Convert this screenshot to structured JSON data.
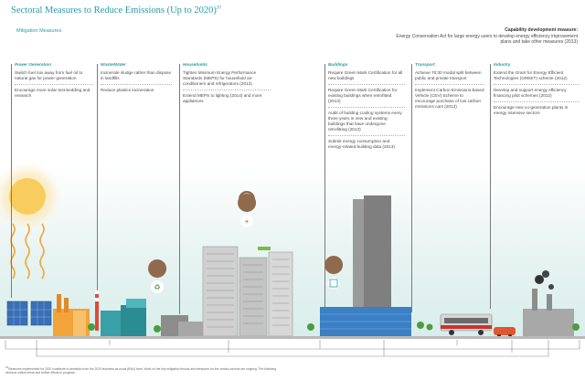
{
  "header": {
    "title": "Sectoral Measures to Reduce Emissions (Up to 2020)",
    "title_sup": "20",
    "subtitle": "Mitigation Measures"
  },
  "capability": {
    "heading": "Capability development measure:",
    "text": "Energy Conservation Act for large energy users to develop energy efficiency improvement plans and take other measures (2013)"
  },
  "sectors": [
    {
      "name": "Power Generation",
      "items": [
        "Switch fuel mix away from fuel oil to natural gas for power generation",
        "Encourage more solar test-bedding and research"
      ]
    },
    {
      "name": "Waste/Water",
      "items": [
        "Incinerate sludge rather than dispose in landfills",
        "Reduce plastics incineration"
      ]
    },
    {
      "name": "Households",
      "items": [
        "Tighten Minimum Energy Performance Standards (MEPS) for household air-conditioners and refrigerators (2013)",
        "Extend MEPS to lighting (2014) and more appliances"
      ]
    },
    {
      "name": "Buildings",
      "items": [
        "Require Green Mark Certification for all new buildings",
        "Require Green Mark Certification for existing buildings when retrofitted (2013)",
        "Audit of building cooling systems every three years in new and existing buildings that have undergone retrofitting (2013)",
        "Submit energy consumption and energy-related building data (2013)"
      ]
    },
    {
      "name": "Transport",
      "items": [
        "Achieve 70:30 modal split between public and private transport",
        "Implement Carbon Emissions-based Vehicle (CEV) Scheme to encourage purchase of low carbon emissions cars (2013)"
      ]
    },
    {
      "name": "Industry",
      "items": [
        "Extend the Grant for Energy Efficient Technologies (GREET) scheme (2012)",
        "Develop and support energy efficiency financing pilot schemes (2012)",
        "Encourage new co-generation plants in energy intensive sectors"
      ]
    }
  ],
  "footnote": "Measures implemented for 2020 contribute to deviation from the 2020 business-as-usual (BAU) level. Work on the key mitigation thrusts and measures for the various sectors are ongoing. The following sections outline these and further efforts in progress.",
  "footnote_mark": "20",
  "colors": {
    "accent": "#2a9aa6",
    "marker": "#8f6a4c",
    "sun": "#f6b83c",
    "sky": "#dff0ee"
  },
  "icons": [
    "sun-icon",
    "recycle-icon",
    "appliance-icon",
    "lightbulb-icon",
    "building-certificate-icon"
  ]
}
